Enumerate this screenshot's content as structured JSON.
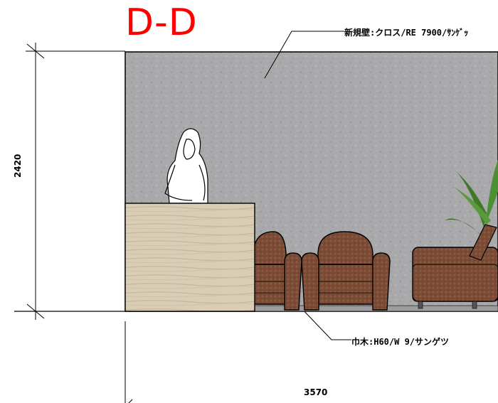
{
  "view": {
    "title": "D-D",
    "title_color": "#ff0000"
  },
  "annotations": {
    "wall_material": "新規壁:クロス/RE 7900/ｻﾝｹﾞｯ",
    "baseboard_material": "巾木:H60/W 9/サンゲツ"
  },
  "dimensions": {
    "height": "2420",
    "width": "3570"
  },
  "colors": {
    "wall": "#a7a7a9",
    "counter": "#d8ccb4",
    "sofa": "#7a4a34",
    "plant": "#3f7a2a",
    "line": "#000000"
  },
  "icons": [
    "person-icon",
    "armchair-icon",
    "sofa-icon",
    "plant-icon"
  ]
}
